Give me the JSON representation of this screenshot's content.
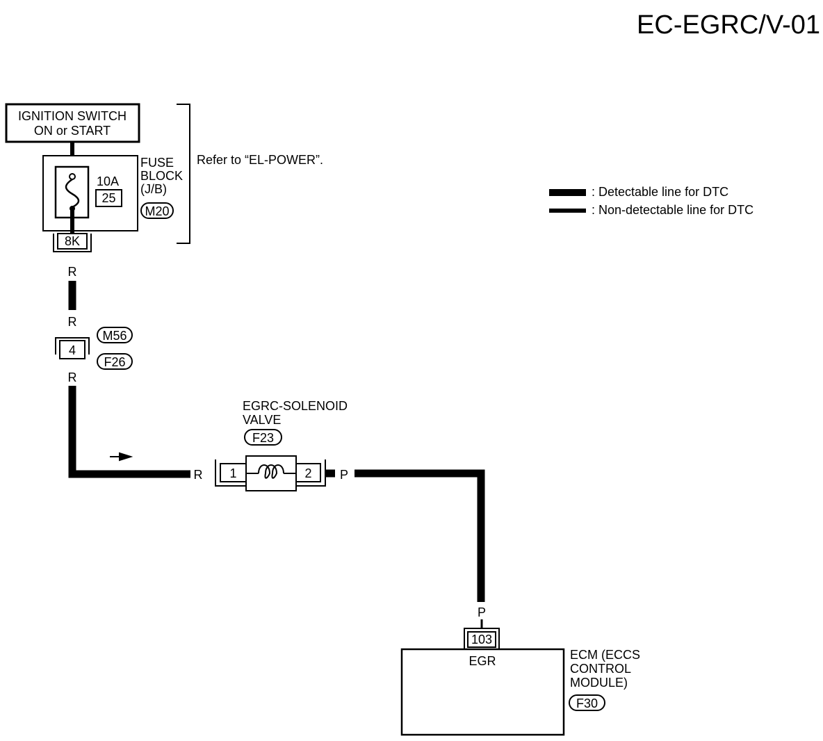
{
  "page_code": "EC-EGRC/V-01",
  "ignition_switch": {
    "line1": "IGNITION SWITCH",
    "line2": "ON or START"
  },
  "fuse_block": {
    "label_line1": "FUSE",
    "label_line2": "BLOCK",
    "label_line3": "(J/B)",
    "rating": "10A",
    "fuse_number": "25",
    "connector": "M20",
    "terminal": "8K"
  },
  "refer_note": "Refer to “EL-POWER”.",
  "legend": {
    "detectable": ": Detectable line for DTC",
    "non_detectable": ": Non-detectable line for DTC"
  },
  "joint_connector": {
    "terminal": "4",
    "upper_connector": "M56",
    "lower_connector": "F26"
  },
  "wire_colors": {
    "fuse_out": "R",
    "joint_in": "R",
    "joint_out": "R",
    "valve_in": "R",
    "valve_out": "P",
    "ecm_in": "P"
  },
  "solenoid_valve": {
    "name_line1": "EGRC-SOLENOID",
    "name_line2": "VALVE",
    "connector": "F23",
    "pin_in": "1",
    "pin_out": "2"
  },
  "ecm": {
    "name_line1": "ECM (ECCS",
    "name_line2": "CONTROL",
    "name_line3": "MODULE)",
    "connector": "F30",
    "terminal": "103",
    "terminal_name": "EGR"
  }
}
